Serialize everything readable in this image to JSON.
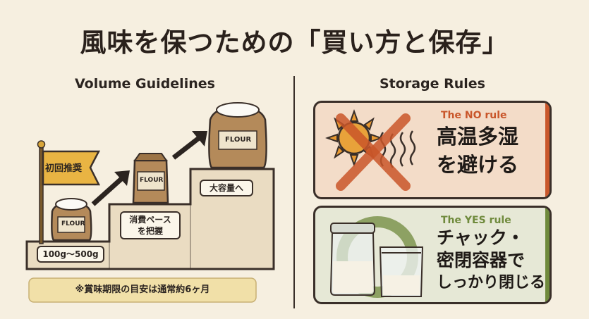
{
  "title": "風味を保つための「買い方と保存」",
  "left": {
    "heading": "Volume Guidelines",
    "flag": "初回推奨",
    "step1_label": "100g〜500g",
    "step2_label_line1": "消費ペース",
    "step2_label_line2": "を把握",
    "step3_label": "大容量へ",
    "bag_text": "FLOUR",
    "note": "※賞味期限の目安は通常約6ヶ月"
  },
  "right": {
    "heading": "Storage Rules",
    "no_card": {
      "tag": "The NO rule",
      "line1": "高温多湿",
      "line2": "を避ける"
    },
    "yes_card": {
      "tag": "The YES rule",
      "line1": "チャック・",
      "line2": "密閉容器で",
      "line3": "しっかり閉じる"
    }
  },
  "colors": {
    "background": "#f6efe0",
    "no_accent": "#c9562a",
    "yes_accent": "#6f8a3c",
    "dark": "#3a2f29"
  },
  "icons": [
    "flag-icon",
    "flour-bag-icon",
    "arrow-up-icon",
    "sun-icon",
    "cross-icon",
    "heat-wave-icon",
    "jar-icon",
    "zip-bag-icon",
    "circle-ok-icon"
  ]
}
